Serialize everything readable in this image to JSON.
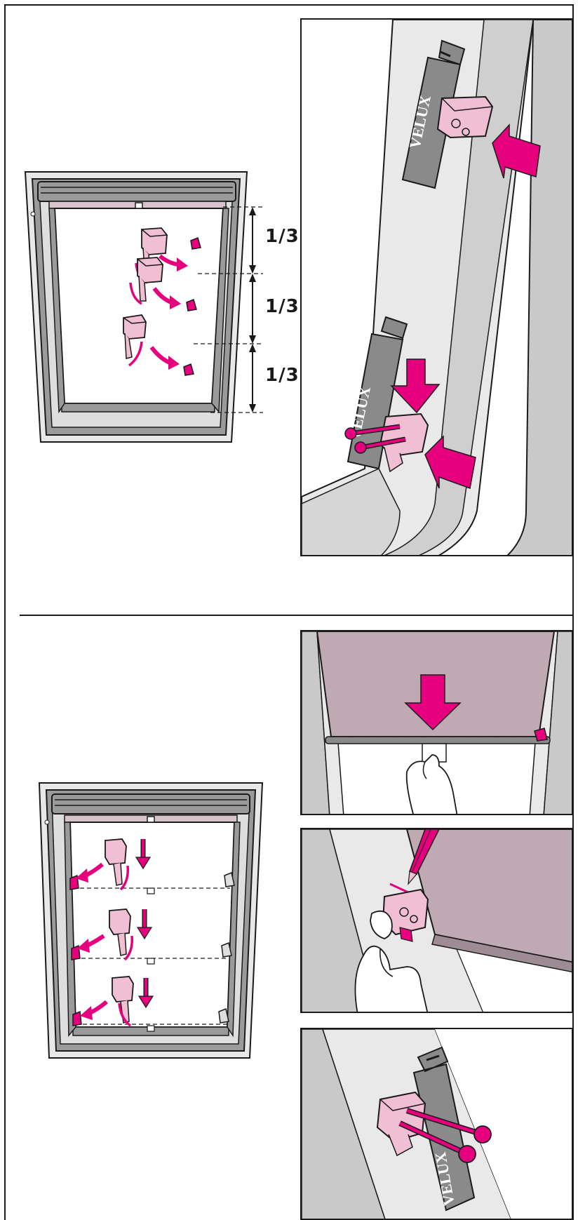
{
  "colors": {
    "line": "#1a1a1a",
    "frame_grey": "#9a9a9a",
    "frame_light": "#dcdcdc",
    "panel_grey": "#c9c9c9",
    "panel_light": "#e9e9e9",
    "bracket_pink": "#f1bfd3",
    "arrow_magenta": "#e6007e",
    "blind_mauve": "#bfa9b3",
    "clip_dark": "#7f7f7f"
  },
  "measure": {
    "segments": [
      {
        "label": "1/3"
      },
      {
        "label": "1/3"
      },
      {
        "label": "1/3"
      }
    ]
  },
  "brand": {
    "logo_text": "VELUX"
  },
  "icons": [
    "bracket",
    "screw",
    "arrow",
    "pencil",
    "hand",
    "window-frame",
    "dimension-line"
  ]
}
